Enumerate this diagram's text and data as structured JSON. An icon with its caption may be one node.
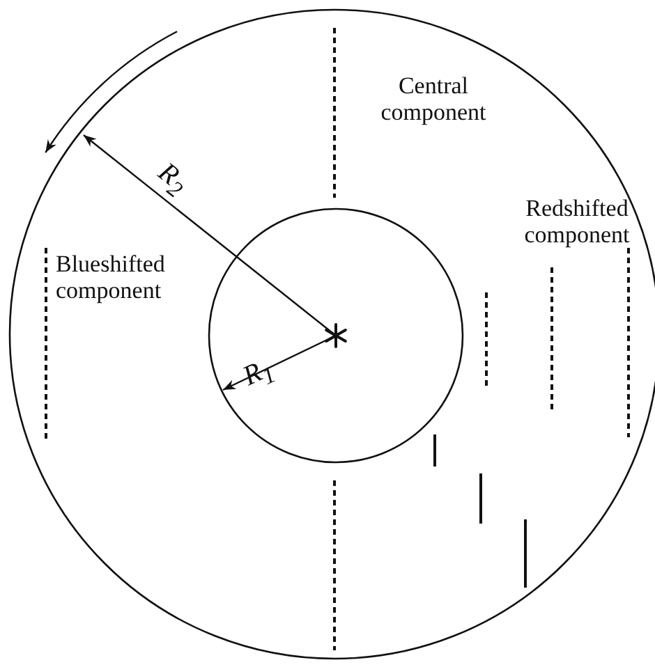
{
  "diagram": {
    "labels": [
      "Central component",
      "Redshifted component",
      "Blueshifted component",
      "R$_{2}$",
      "R$_{1}$"
    ]
  }
}
